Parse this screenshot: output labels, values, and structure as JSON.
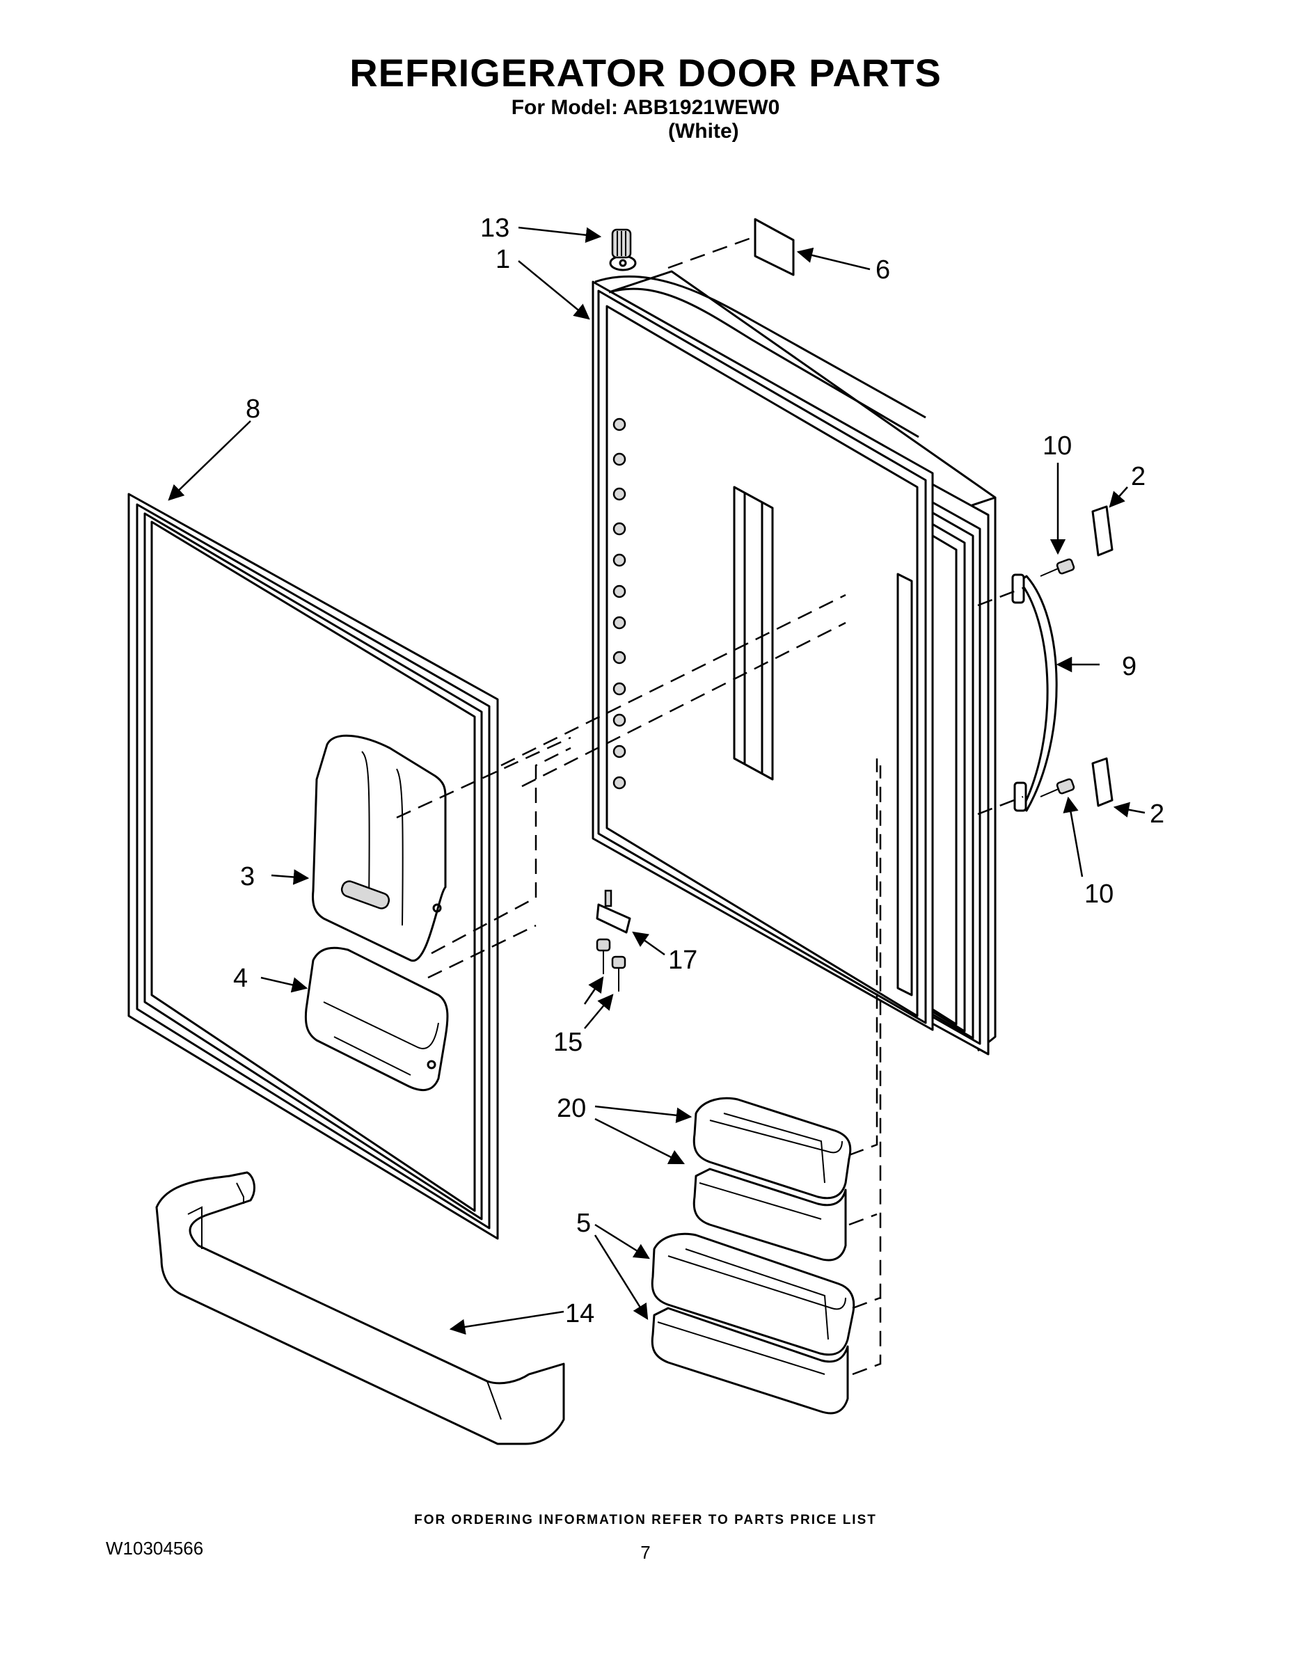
{
  "header": {
    "title": "REFRIGERATOR DOOR PARTS",
    "model_line": "For Model: ABB1921WEW0",
    "variant": "(White)"
  },
  "callouts": {
    "c13": "13",
    "c1": "1",
    "c6": "6",
    "c8": "8",
    "c10a": "10",
    "c2a": "2",
    "c9": "9",
    "c2b": "2",
    "c10b": "10",
    "c3": "3",
    "c4": "4",
    "c17": "17",
    "c15": "15",
    "c20": "20",
    "c5": "5",
    "c14": "14"
  },
  "footer": {
    "ordering_note": "FOR ORDERING INFORMATION REFER TO PARTS PRICE LIST",
    "doc_number": "W10304566",
    "page_number": "7"
  }
}
